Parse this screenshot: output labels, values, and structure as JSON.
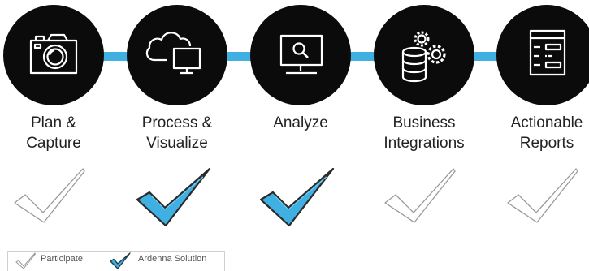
{
  "steps": [
    {
      "id": "plan",
      "lines": [
        "Plan &",
        "Capture"
      ],
      "icon": "camera-icon",
      "participation": "participate"
    },
    {
      "id": "process",
      "lines": [
        "Process &",
        "Visualize"
      ],
      "icon": "cloud-monitor-icon",
      "participation": "ardenna"
    },
    {
      "id": "analyze",
      "lines": [
        "Analyze"
      ],
      "icon": "monitor-magnifier-icon",
      "participation": "ardenna"
    },
    {
      "id": "business",
      "lines": [
        "Business",
        "Integrations"
      ],
      "icon": "database-gears-icon",
      "participation": "participate"
    },
    {
      "id": "reports",
      "lines": [
        "Actionable",
        "Reports"
      ],
      "icon": "report-form-icon",
      "participation": "participate"
    }
  ],
  "legend": {
    "participate_label": "Participate",
    "ardenna_label": "Ardenna Solution"
  },
  "colors": {
    "accent": "#40b0e2",
    "circle": "#0b0b0b",
    "icon_stroke": "#ffffff",
    "check_outline": "#9a9a9a",
    "check_dark": "#2a2a2a",
    "text": "#222222"
  }
}
